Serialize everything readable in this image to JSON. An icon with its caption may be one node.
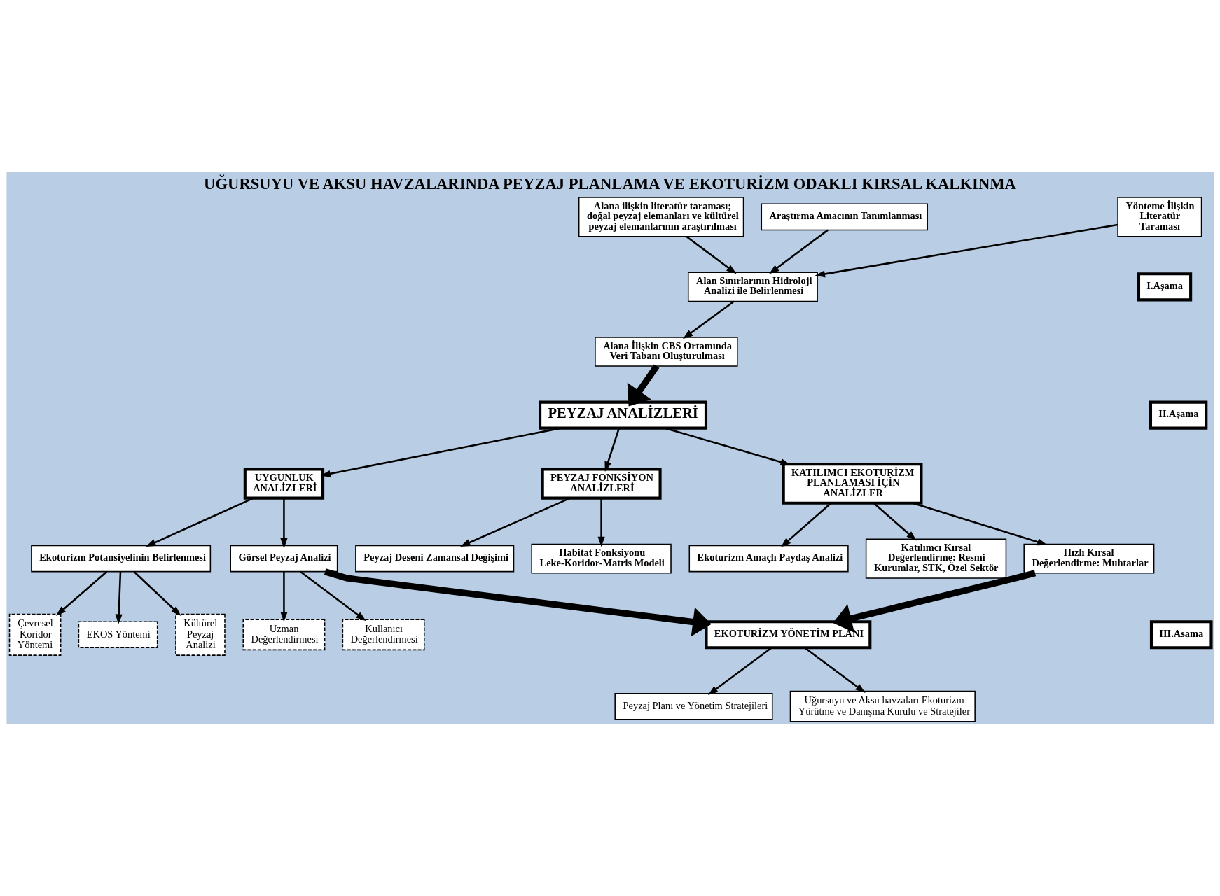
{
  "diagram": {
    "title": "UĞURSUYU VE AKSU HAVZALARINDA PEYZAJ PLANLAMA VE EKOTURİZM ODAKLI KIRSAL KALKINMA",
    "nodes": [
      {
        "text": [
          "Alana ilişkin literatür taraması; doğal peyzaj elemanları ve kültürel peyzaj elemanlarının araştırılması"
        ]
      },
      {
        "text": [
          "Araştırma Amacının Tanımlanması"
        ]
      },
      {
        "text": [
          "Yönteme İlişkin Literatür Taraması"
        ]
      },
      {
        "text": [
          "I.Aşama"
        ]
      },
      {
        "text": [
          "Alan Sınırlarının Hidroloji Analizi ile Belirlenmesi"
        ]
      },
      {
        "text": [
          "Alana İlişkin CBS Ortamında Veri Tabanı Oluşturulması"
        ]
      },
      {
        "text": [
          "II.Aşama"
        ]
      },
      {
        "text": [
          "PEYZAJ ANALİZLERİ"
        ]
      },
      {
        "text": [
          "UYGUNLUK ANALİZLERİ"
        ]
      },
      {
        "text": [
          "Çevresel Koridor Yöntemi"
        ]
      },
      {
        "text": [
          "PEYZAJ FONKSİYON ANALİZLERİ"
        ]
      },
      {
        "text": [
          "KATILIMCI EKOTURİZM PLANLAMASI İÇİN ANALİZLER"
        ]
      },
      {
        "text": [
          "EKOS Yöntemi"
        ]
      },
      {
        "text": [
          "Ekoturizm Potansiyelinin Belirlenmesi"
        ]
      },
      {
        "text": [
          "Kültürel Peyzaj Analizi"
        ]
      },
      {
        "text": [
          "Peyzaj Deseni Zamansal Değişimi"
        ]
      },
      {
        "text": [
          "Ekoturizm Amaçlı Paydaş Analizi"
        ]
      },
      {
        "text": [
          "Görsel Peyzaj Analizi"
        ]
      },
      {
        "text": [
          "Uzman Değerlendirmesi"
        ]
      },
      {
        "text": [
          "Habitat Fonksiyonu Leke-Koridor-Matris Modeli"
        ]
      },
      {
        "text": [
          "Katılımcı Kırsal Değerlendirme: Resmi Kurumlar, STK, Özel Sektör"
        ]
      },
      {
        "text": [
          "Kullanıcı Değerlendirmesi"
        ]
      },
      {
        "text": [
          "Hızlı Kırsal Değerlendirme: Muhtarlar"
        ]
      },
      {
        "text": [
          "III.Asama"
        ]
      },
      {
        "text": [
          "EKOTURİZM YÖNETİM PLANI"
        ]
      },
      {
        "text": [
          "Peyzaj Planı ve Yönetim Stratejileri"
        ]
      },
      {
        "text": [
          "Uğursuyu ve Aksu havzaları Ekoturizm Yürütme ve Danışma Kurulu ve Stratejiler"
        ]
      }
    ],
    "edges": [
      {
        "from": 1,
        "to": 4,
        "arrow": "to"
      },
      {
        "from": 0,
        "to": 4,
        "arrow": "to"
      },
      {
        "from": 2,
        "to": 4,
        "arrow": "to"
      },
      {
        "from": 4,
        "to": 5,
        "arrow": "to"
      },
      {
        "from": 5,
        "to": 7,
        "arrow": "to",
        "style": "thick"
      },
      {
        "from": 7,
        "to": 8,
        "arrow": "to"
      },
      {
        "from": 7,
        "to": 10,
        "arrow": "to"
      },
      {
        "from": 7,
        "to": 11,
        "arrow": "to"
      },
      {
        "from": 8,
        "to": 13,
        "arrow": "to"
      },
      {
        "from": 8,
        "to": 17,
        "arrow": "to"
      },
      {
        "from": 13,
        "to": 9,
        "arrow": "to"
      },
      {
        "from": 13,
        "to": 12,
        "arrow": "to"
      },
      {
        "from": 13,
        "to": 14,
        "arrow": "to"
      },
      {
        "from": 17,
        "to": 18,
        "arrow": "to"
      },
      {
        "from": 17,
        "to": 21,
        "arrow": "to"
      },
      {
        "from": 10,
        "to": 15,
        "arrow": "to"
      },
      {
        "from": 10,
        "to": 19,
        "arrow": "to"
      },
      {
        "from": 11,
        "to": 16,
        "arrow": "to"
      },
      {
        "from": 11,
        "to": 20,
        "arrow": "to"
      },
      {
        "from": 11,
        "to": 22,
        "arrow": "to"
      },
      {
        "from": 17,
        "to": 24,
        "arrow": "to",
        "style": "thick"
      },
      {
        "from": 22,
        "to": 24,
        "arrow": "to",
        "style": "thick"
      },
      {
        "from": 24,
        "to": 25,
        "arrow": "to"
      },
      {
        "from": 24,
        "to": 26,
        "arrow": "to"
      }
    ]
  }
}
